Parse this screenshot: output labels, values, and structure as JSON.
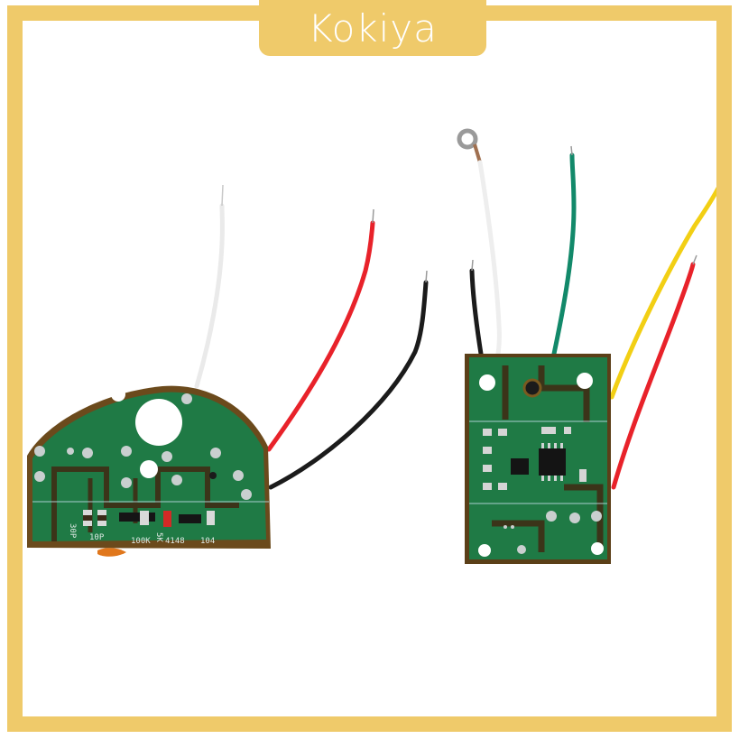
{
  "brand": {
    "name": "Kokiya",
    "banner_color": "#efca6a",
    "text_color": "#ffffff"
  },
  "photo": {
    "subject": "Two RC transmitter/receiver PCB circuit boards with lead wires",
    "background": "#ffffff",
    "left_board": {
      "shape": "half-round",
      "pcb_color": "#1f7a45",
      "substrate_color": "#6b4a1c",
      "wires": [
        "white",
        "red",
        "black"
      ],
      "silkscreen_labels": [
        "30P",
        "10P",
        "100K",
        "5K",
        "4148",
        "104"
      ]
    },
    "right_board": {
      "shape": "rectangular",
      "pcb_color": "#1f7a45",
      "substrate_color": "#5b3f18",
      "wires": [
        "white (ring terminal)",
        "black",
        "green",
        "yellow",
        "red"
      ]
    },
    "wire_colors": {
      "red": "#e8222a",
      "black": "#1b1b1b",
      "white": "#f4f4f4",
      "green": "#12896a",
      "yellow": "#f2cf14"
    }
  }
}
